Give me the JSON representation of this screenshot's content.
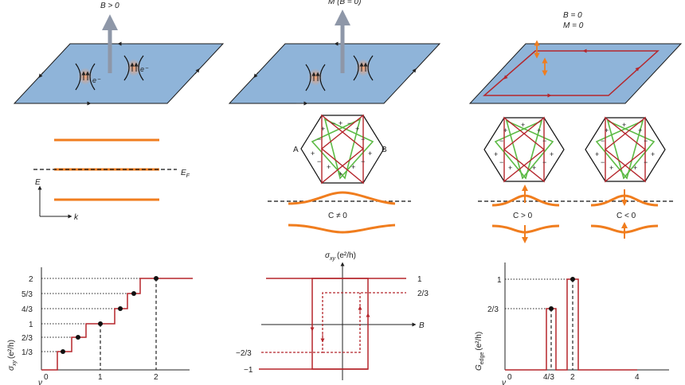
{
  "panel1": {
    "field_label": "B > 0",
    "electron_label": "e⁻",
    "fermi_label": "E",
    "fermi_sub": "F",
    "energy_axis": "E",
    "momentum_axis": "k",
    "sigma_label": "σ",
    "sigma_sub": "xy",
    "sigma_units": "(e²/h)",
    "x_label": "ν",
    "y_ticks": [
      "1/3",
      "2/3",
      "1",
      "4/3",
      "5/3",
      "2"
    ],
    "x_ticks": [
      "0",
      "1",
      "2"
    ]
  },
  "panel2": {
    "magnet_label": "M (B = 0)",
    "node_a": "A",
    "node_b": "B",
    "chern_label": "C ≠ 0",
    "sigma_label": "σ",
    "sigma_sub": "xy",
    "sigma_units": "(e²/h)",
    "x_label": "B",
    "right_ticks": [
      "1",
      "2/3"
    ],
    "left_ticks": [
      "−2/3",
      "−1"
    ]
  },
  "panel3": {
    "field_line1": "B = 0",
    "field_line2": "M = 0",
    "chern_pos": "C > 0",
    "chern_neg": "C < 0",
    "g_label": "G",
    "g_sub": "edge",
    "g_units": "(e²/h)",
    "x_label": "ν",
    "y_ticks": [
      "2/3",
      "1"
    ],
    "x_ticks": [
      "0",
      "4/3",
      "2",
      "4"
    ]
  },
  "colors": {
    "sample_fill": "#8fb4d9",
    "orange": "#f07d1e",
    "red": "#b5262c",
    "green": "#5dbb46",
    "arrow_gray": "#8e97a8"
  }
}
